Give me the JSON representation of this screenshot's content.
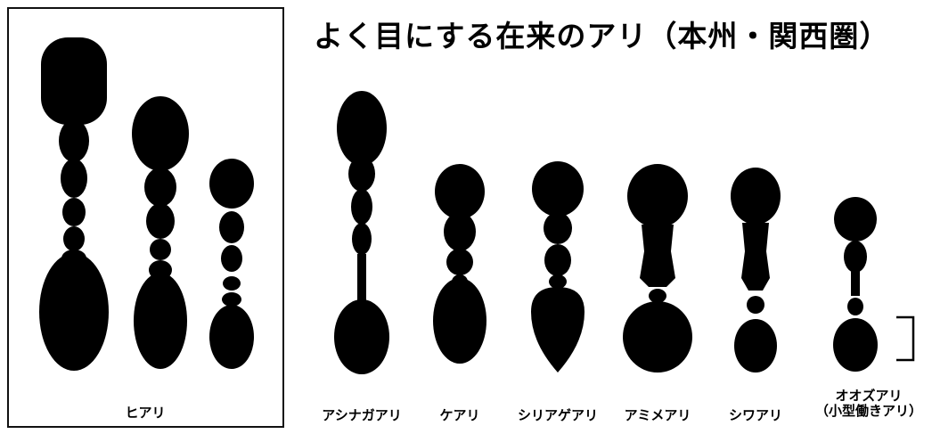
{
  "title": "よく目にする在来のアリ（本州・関西圏）",
  "colors": {
    "silhouette": "#000000",
    "background": "#ffffff",
    "frame": "#111111"
  },
  "featured_group": {
    "label": "ヒアリ",
    "silhouette_count": 3
  },
  "native_ants": [
    {
      "id": "ashinaga",
      "label": "アシナガアリ"
    },
    {
      "id": "ke",
      "label": "ケアリ"
    },
    {
      "id": "shiriage",
      "label": "シリアゲアリ"
    },
    {
      "id": "amime",
      "label": "アミメアリ"
    },
    {
      "id": "shiwa",
      "label": "シワアリ"
    },
    {
      "id": "oozu",
      "label": "オオズアリ",
      "label_line2": "（小型働きアリ）"
    }
  ]
}
